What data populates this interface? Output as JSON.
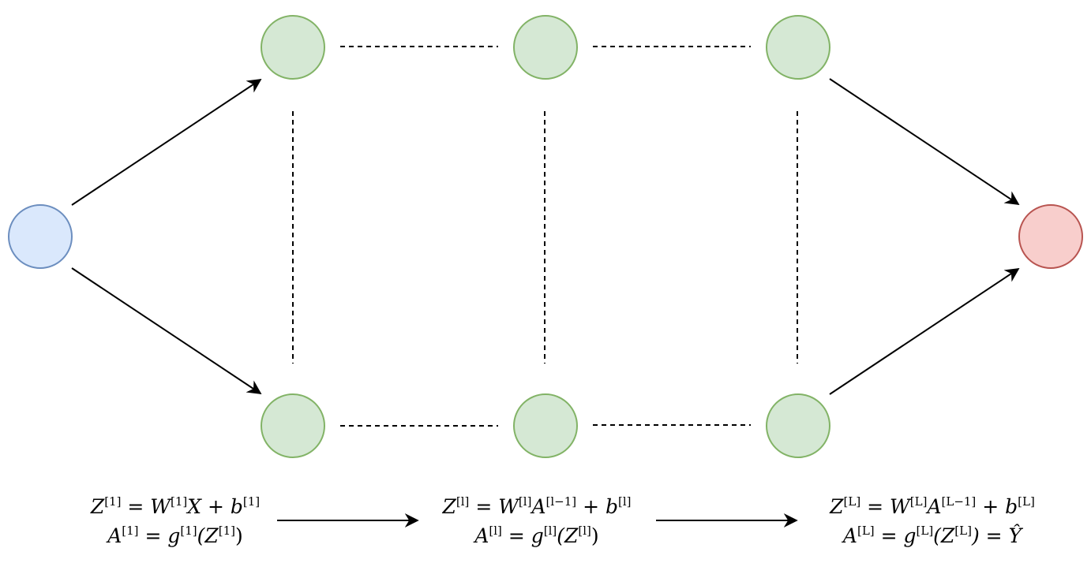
{
  "colors": {
    "input_fill": "#dae8fc",
    "input_stroke": "#6c8ebf",
    "hidden_fill": "#d5e8d4",
    "hidden_stroke": "#82b366",
    "output_fill": "#f8cecc",
    "output_stroke": "#b85450",
    "line": "#000000"
  },
  "equations": {
    "layer1": {
      "z": {
        "lhs": "Z",
        "lhs_sup": "[1]",
        "eq": " = W",
        "w_sup": "[1]",
        "mid": "X + b",
        "b_sup": "[1]"
      },
      "a": {
        "lhs": "A",
        "lhs_sup": "[1]",
        "eq": " = g",
        "g_sup": "[1]",
        "arg_open": "(Z",
        "arg_sup": "[1]",
        "arg_close": ")"
      }
    },
    "layer_l": {
      "z": {
        "lhs": "Z",
        "lhs_sup": "[l]",
        "eq": " = W",
        "w_sup": "[l]",
        "mid": "A",
        "mid_sup": "[l−1]",
        "plus": " + b",
        "b_sup": "[l]"
      },
      "a": {
        "lhs": "A",
        "lhs_sup": "[l]",
        "eq": " = g",
        "g_sup": "[l]",
        "arg_open": "(Z",
        "arg_sup": "[l]",
        "arg_close": ")"
      }
    },
    "layer_L": {
      "z": {
        "lhs": "Z",
        "lhs_sup": "[L]",
        "eq": " = W",
        "w_sup": "[L]",
        "mid": "A",
        "mid_sup": "[L−1]",
        "plus": " + b",
        "b_sup": "[L]"
      },
      "a": {
        "lhs": "A",
        "lhs_sup": "[L]",
        "eq": " = g",
        "g_sup": "[L]",
        "arg_open": "(Z",
        "arg_sup": "[L]",
        "arg_close": ") = Ŷ"
      }
    }
  }
}
